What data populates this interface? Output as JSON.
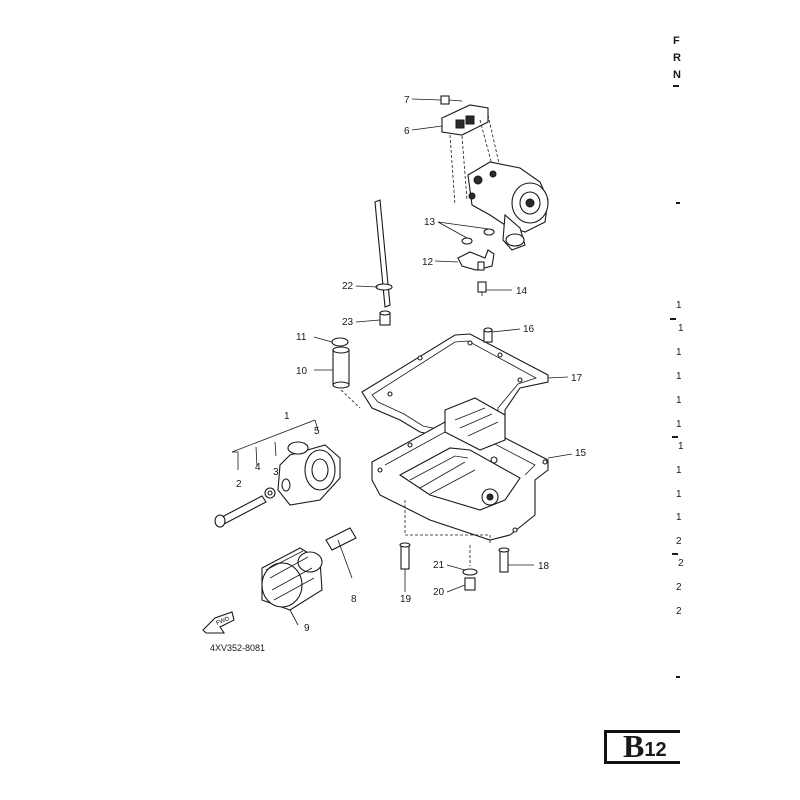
{
  "figure": {
    "code": "4XV352-8081",
    "direction_arrow_label": "FWD"
  },
  "callouts": [
    "1",
    "2",
    "3",
    "4",
    "5",
    "6",
    "7",
    "8",
    "9",
    "10",
    "11",
    "12",
    "13",
    "14",
    "15",
    "16",
    "17",
    "18",
    "19",
    "20",
    "21",
    "22",
    "23"
  ],
  "badge": {
    "letter": "B",
    "number": "12"
  },
  "right_margin": {
    "header_letters": [
      "F",
      "R",
      "N"
    ],
    "numbers": [
      "1",
      "1",
      "1",
      "1",
      "1",
      "1",
      "1",
      "1",
      "1",
      "1",
      "2",
      "2",
      "2",
      "2"
    ]
  }
}
